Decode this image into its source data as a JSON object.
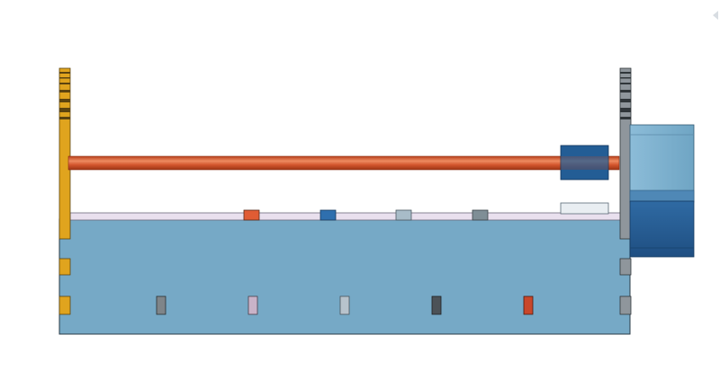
{
  "viewport": {
    "background": "#ffffff",
    "nav_icon": "collapse-arrow-icon"
  },
  "colors": {
    "base_fill": "#76a9c6",
    "base_stroke": "#2a3b47",
    "rail_fill": "#e9e0ee",
    "left_end_plate": "#e0a41e",
    "right_end_plate": "#8f969c",
    "rod": "#d2542c",
    "motor_housing": "#7fb2cf",
    "motor_bottom": "#2a5f96",
    "coupler": "#235d95",
    "rail_markers": [
      "#e05c34",
      "#2f6fae",
      "#a8bcc8",
      "#7f8e96"
    ],
    "base_slots": [
      "#7f8589",
      "#c9b3c8",
      "#b8c3cc",
      "#4c5257",
      "#c9472a"
    ]
  },
  "assembly": {
    "name": "linear-slide-assembly",
    "rail_marker_count": 4,
    "base_slot_count": 5
  }
}
